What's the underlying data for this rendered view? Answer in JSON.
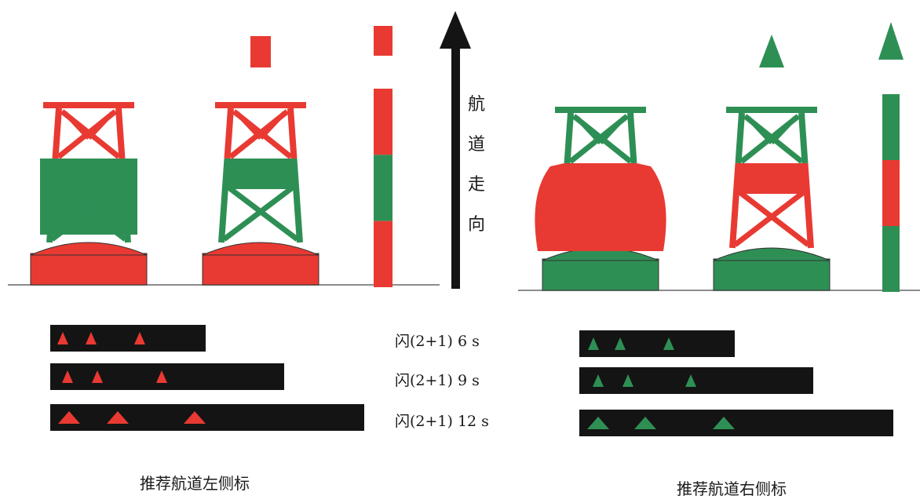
{
  "colors": {
    "red": "#e83a32",
    "green": "#2e8f55",
    "black": "#141414",
    "ground": "#8c8c8c"
  },
  "direction": {
    "chars": [
      "航",
      "道",
      "走",
      "向"
    ]
  },
  "rhythms": [
    {
      "label": "闪(2+1) 6 s",
      "period_s": 6
    },
    {
      "label": "闪(2+1) 9 s",
      "period_s": 9
    },
    {
      "label": "闪(2+1) 12 s",
      "period_s": 12
    }
  ],
  "left_group": {
    "caption": "推荐航道左侧标",
    "flash_color": "red",
    "body_color": "red",
    "band_color": "green",
    "topmark": "red-can",
    "pillar_bands": [
      "red",
      "green",
      "red"
    ]
  },
  "right_group": {
    "caption": "推荐航道右侧标",
    "flash_color": "green",
    "body_color": "green",
    "band_color": "red",
    "topmark": "green-cone",
    "pillar_bands": [
      "green",
      "red",
      "green"
    ]
  }
}
